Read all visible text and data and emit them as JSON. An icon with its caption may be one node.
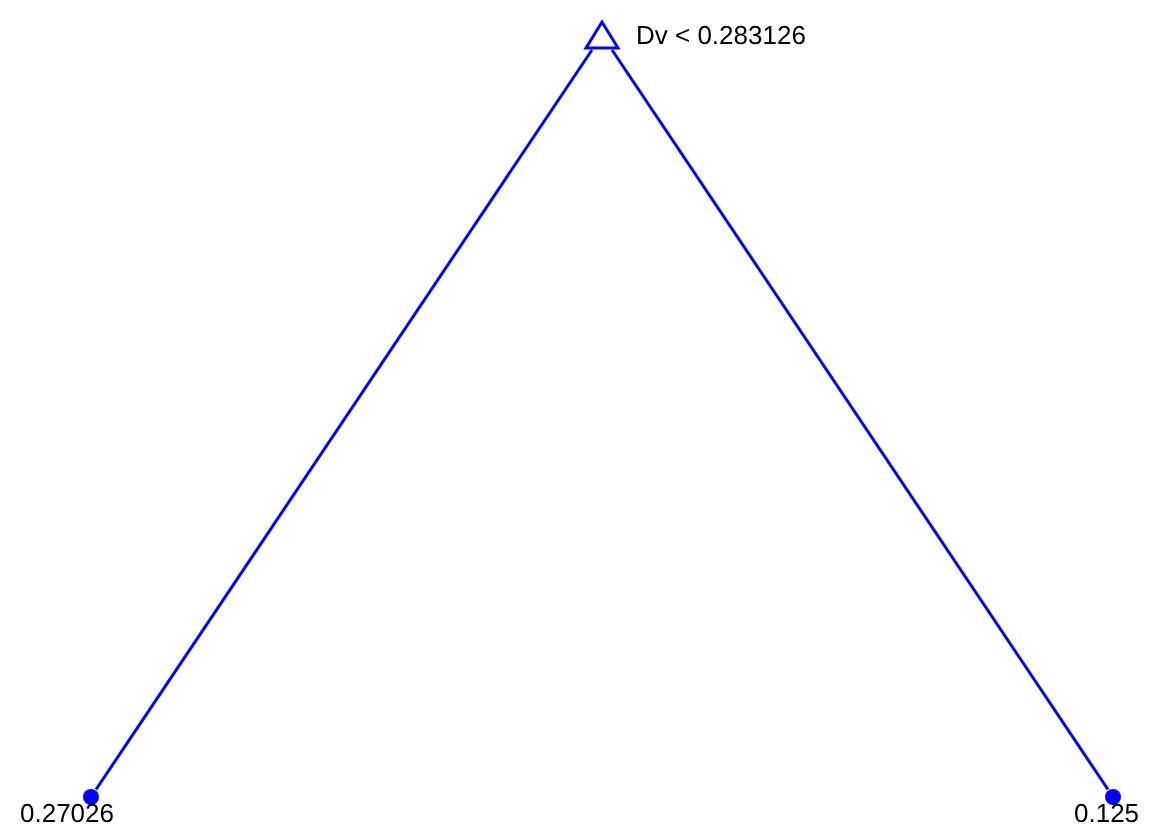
{
  "diagram": {
    "nodes": [
      {
        "text": [],
        "shape": "triangle",
        "beside": [
          "Dv < 0.283126"
        ]
      },
      {
        "text": [],
        "shape": "circle",
        "beside": [
          "0.27026"
        ]
      },
      {
        "text": [],
        "shape": "circle",
        "beside": [
          "0.125"
        ]
      }
    ],
    "edges": [
      {
        "from": 0,
        "to": 1,
        "arrow": "none"
      },
      {
        "from": 0,
        "to": 2,
        "arrow": "none"
      }
    ]
  }
}
